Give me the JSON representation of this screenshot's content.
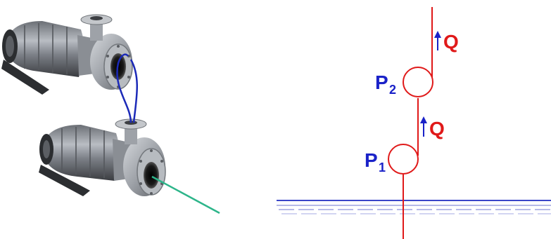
{
  "labels": {
    "pump_upper": "P",
    "pump_upper_sub": "2",
    "pump_lower": "P",
    "pump_lower_sub": "1",
    "flow_upper": "Q",
    "flow_lower": "Q"
  },
  "colors": {
    "pipe_red": "#e01919",
    "pump_label_blue": "#1a22c8",
    "flow_arrow_blue": "#1a22c8",
    "hose_blue": "#1c2ab8",
    "suction_green": "#2db58a",
    "water_blue": "#3a46c8",
    "pump_body_dark": "#4a4d52",
    "pump_body_light": "#a9adb3"
  },
  "icons": {
    "upper_pump": "centrifugal-pump-icon",
    "lower_pump": "centrifugal-pump-icon"
  }
}
